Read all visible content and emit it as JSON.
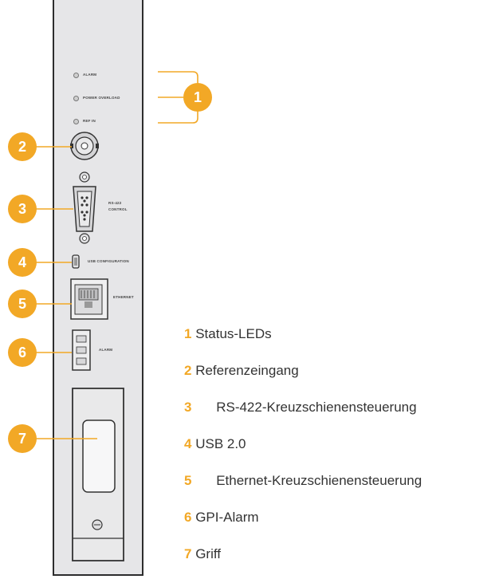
{
  "panel_labels": {
    "alarm": "ALARM",
    "power_overload": "POWER OVERLOAD",
    "ref_in": "REF IN",
    "rs422": "RS-422",
    "control": "CONTROL",
    "usb": "USB CONFIGURATION",
    "ethernet": "ETHERNET",
    "gpi_alarm": "ALARM"
  },
  "callouts": [
    "1",
    "2",
    "3",
    "4",
    "5",
    "6",
    "7"
  ],
  "legend": [
    {
      "num": "1",
      "label": "Status-LEDs"
    },
    {
      "num": "2",
      "label": "Referenzeingang"
    },
    {
      "num": "3",
      "label": "RS-422-Kreuzschienensteuerung"
    },
    {
      "num": "4",
      "label": "USB 2.0"
    },
    {
      "num": "5",
      "label": "Ethernet-Kreuzschienensteuerung"
    },
    {
      "num": "6",
      "label": "GPI-Alarm"
    },
    {
      "num": "7",
      "label": "Griff"
    }
  ],
  "colors": {
    "accent": "#f2a826",
    "panel": "#e6e6e8",
    "outline": "#2d2d2d"
  }
}
